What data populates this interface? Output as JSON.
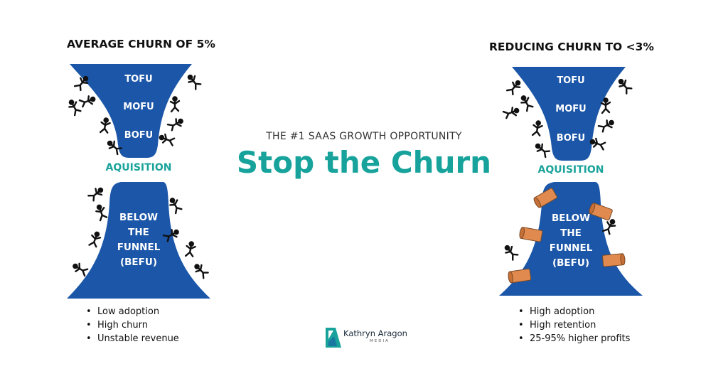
{
  "headline": {
    "kicker": "THE #1 SAAS GROWTH OPPORTUNITY",
    "title": "Stop the Churn"
  },
  "colors": {
    "funnel": "#1b56a8",
    "accent": "#17a39c",
    "cork": "#e08a4f"
  },
  "left": {
    "title": "AVERAGE CHURN OF 5%",
    "stages": [
      "TOFU",
      "MOFU",
      "BOFU"
    ],
    "acquisition": "AQUISITION",
    "below_funnel": [
      "BELOW",
      "THE",
      "FUNNEL",
      "(BEFU)"
    ],
    "bullets": [
      "Low adoption",
      "High churn",
      "Unstable revenue"
    ]
  },
  "right": {
    "title": "REDUCING CHURN TO <3%",
    "stages": [
      "TOFU",
      "MOFU",
      "BOFU"
    ],
    "acquisition": "AQUISITION",
    "below_funnel": [
      "BELOW",
      "THE",
      "FUNNEL",
      "(BEFU)"
    ],
    "bullets": [
      "High adoption",
      "High retention",
      "25-95% higher profits"
    ]
  },
  "brand": {
    "name": "Kathryn Aragon",
    "sub": "MEDIA"
  }
}
